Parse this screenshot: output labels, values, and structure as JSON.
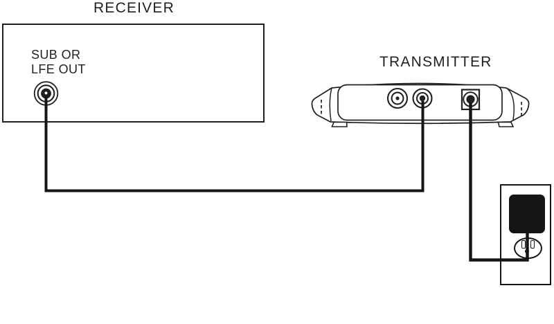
{
  "page": {
    "background": "#ffffff",
    "ink_color": "#231f20",
    "cable_color": "#151515"
  },
  "receiver": {
    "title": "RECEIVER",
    "port_label": {
      "line1": "SUB OR",
      "line2": "LFE OUT"
    },
    "port_icon": "rca-jack-icon"
  },
  "transmitter": {
    "title": "TRANSMITTER",
    "ports": {
      "left": "rca-jack-icon",
      "right": "rca-jack-icon-connected",
      "power": "dc-power-jack-icon"
    }
  },
  "wall_outlet": {
    "adapter_icon": "power-adapter-plug",
    "receptacle_icon": "us-outlet-receptacle"
  },
  "cables": [
    {
      "from": "receiver-sub-lfe-out",
      "to": "transmitter-rca-right",
      "kind": "audio-signal"
    },
    {
      "from": "transmitter-power-jack",
      "to": "wall-outlet-adapter",
      "kind": "power"
    }
  ]
}
